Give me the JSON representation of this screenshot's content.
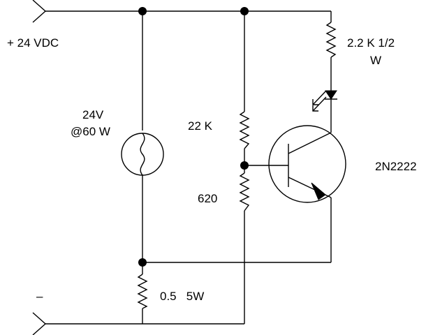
{
  "labels": {
    "supply_positive": "+ 24 VDC",
    "supply_negative": "–",
    "lamp_voltage": "24V",
    "lamp_power": "@60 W",
    "resistor_top": "22 K",
    "resistor_bottom": "620",
    "resistor_led_line1": "2.2 K 1/2",
    "resistor_led_line2": "W",
    "resistor_sense": "0.5   5W",
    "transistor": "2N2222"
  },
  "colors": {
    "ink": "#000000",
    "background": "#ffffff"
  }
}
